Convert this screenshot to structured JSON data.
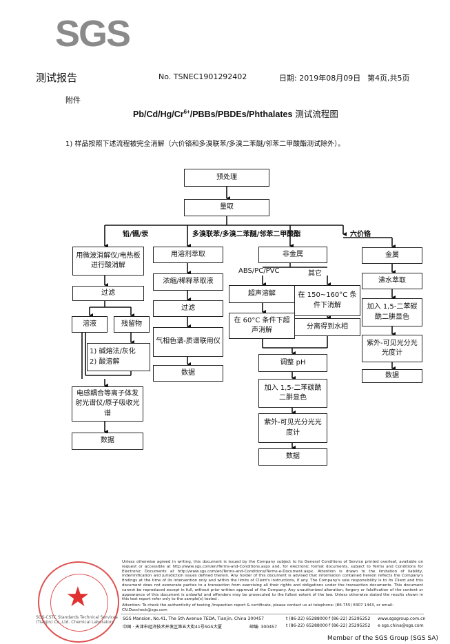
{
  "header": {
    "logo": "SGS",
    "report_title": "测试报告",
    "report_no": "No. TSNEC1901292402",
    "date": "日期: 2019年08月09日",
    "page": "第4页,共5页",
    "annex": "附件"
  },
  "chart_title": {
    "main": "Pb/Cd/Hg/Cr",
    "sup": "6+",
    "rest": "/PBBs/PBDEs/Phthalates",
    "cn": " 测试流程图"
  },
  "note": "1) 样品按照下述流程被完全消解（六价铬和多溴联苯/多溴二苯醚/邻苯二甲酸酯测试除外）。",
  "flow": {
    "pretreat": "预处理",
    "weigh": "量取",
    "branch_metal": "铅/镉/汞",
    "branch_pbb": "多溴联苯/多溴二苯醚/邻苯二甲酸酯",
    "branch_cr": "六价铬",
    "c1": {
      "digest": "用微波消解仪/电热板进行酸消解",
      "filter": "过滤",
      "solution": "溶液",
      "residue": "残留物",
      "residue_treat_1": "1) 碱熔法/灰化",
      "residue_treat_2": "2) 酸溶解",
      "icp": "电感耦合等离子体发射光谱仪/原子吸收光谱",
      "data": "数据"
    },
    "c2": {
      "extract": "用溶剂萃取",
      "concentrate": "浓缩/稀释萃取液",
      "filter": "过滤",
      "gcms": "气相色谱-质谱联用仪",
      "data": "数据"
    },
    "c3": {
      "nonmetal": "非金属",
      "abs": "ABS/PC/PVC",
      "other": "其它",
      "ultrasonic": "超声溶解",
      "heat": "在 150~160°C 条件下消解",
      "at60": "在 60°C 条件下超声消解",
      "separate": "分离得到水相",
      "ph": "调整 pH",
      "add": "加入 1,5-二苯碳酰二肼显色",
      "uv": "紫外-可见光分光光度计",
      "data": "数据"
    },
    "c4": {
      "metal": "金属",
      "boil": "沸水萃取",
      "add": "加入 1,5-二苯碳酰二肼显色",
      "uv": "紫外-可见光分光光度计",
      "data": "数据"
    }
  },
  "footer": {
    "disclaimer": "Unless otherwise agreed in writing, this document is issued by the Company subject to its General Conditions of Service printed overleaf, available on request or accessible at http://www.sgs.com/en/Terms-and-Conditions.aspx and, for electronic format documents, subject to Terms and Conditions for Electronic Documents at http://www.sgs.com/en/Terms-and-Conditions/Terms-e-Document.aspx. Attention is drawn to the limitation of liability, indemnification and jurisdiction issues defined therein. Any holder of this document is advised that information contained hereon reflects the Company's findings at the time of its intervention only and within the limits of Client's instructions, if any. The Company's sole responsibility is to its Client and this document does not exonerate parties to a transaction from exercising all their rights and obligations under the transaction documents. This document cannot be reproduced except in full, without prior written approval of the Company. Any unauthorized alteration, forgery or falsification of the content or appearance of this document is unlawful and offenders may be prosecuted to the fullest extent of the law. Unless otherwise stated the results shown in this test report refer only to the sample(s) tested .",
    "attention": "Attention: To check the authenticity of testing /inspection report & certificate, please contact us at telephone: (86-755) 8307 1443, or email: CN.Doccheck@sgs.com",
    "addr_en": "SGS Mansion, No.41, The 5th Avenue TEDA, Tianjin, China 300457",
    "addr_en_t": "t (86-22) 65288000",
    "addr_en_f": "f (86-22) 25295252",
    "addr_en_w": "www.sgsgroup.com.cn",
    "addr_cn": "中国 · 天津市经济技术开发区第五大街41号SGS大厦",
    "addr_cn_zip": "邮编: 300457",
    "addr_cn_t": "t (86-22) 65288000",
    "addr_cn_f": "f (86-22) 25295252",
    "addr_cn_e": "e sgs.china@sgs.com",
    "member": "Member of the SGS Group (SGS SA)",
    "stamp_text": "SGS-CSTC Standards Technical Services (Tianjin) Co.,Ltd. Chemical Laboratory"
  }
}
